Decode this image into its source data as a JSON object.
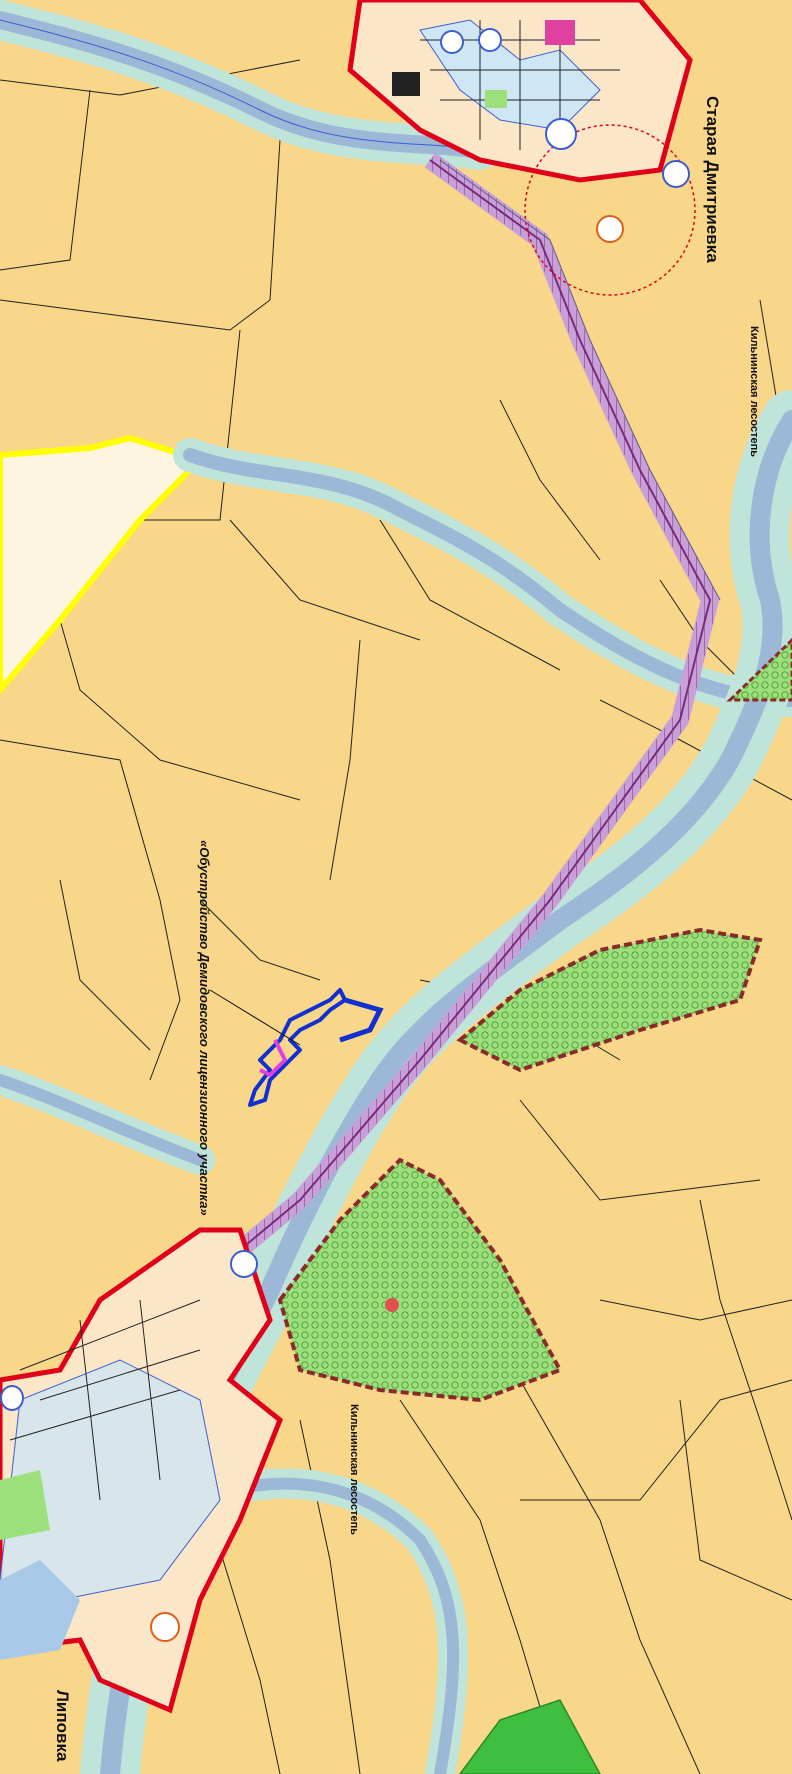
{
  "labels": {
    "settlement_north": "Старая Дмитриевка",
    "settlement_south": "Липовка",
    "forest_north": "Кильнинская лесостепь",
    "forest_south": "Кильнинская лесостепь",
    "project": "«Обустройство Демидовского лицензионного участка»"
  },
  "colors": {
    "background": "#f8d68a",
    "river": "#9db7d6",
    "floodzone": "#bfe4da",
    "boundary": "#e0001a",
    "protected_area": "#9be07a",
    "protected_border": "#8a2a2a",
    "corridor": "#7a2a7a",
    "project_outline": "#1030d0",
    "project_accent": "#e040e0",
    "yellow_zone": "#ffff00",
    "settlement_fill": "#fbe6c8",
    "water": "#a8c8e8"
  },
  "icons": [
    "monument-icon",
    "hexagon-facility-icon",
    "flower-reserve-icon",
    "bridge-icon",
    "church-icon"
  ]
}
